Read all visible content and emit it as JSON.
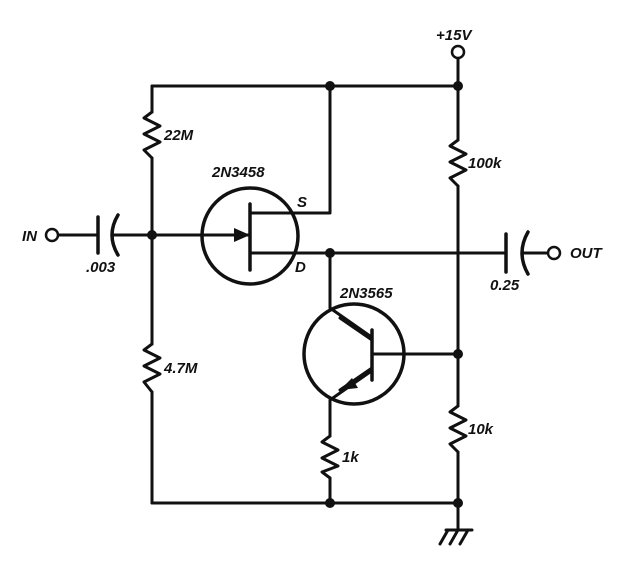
{
  "supply": {
    "label": "+15V"
  },
  "input": {
    "label": "IN"
  },
  "output": {
    "label": "OUT"
  },
  "capacitors": {
    "input": {
      "value": ".003"
    },
    "output": {
      "value": "0.25"
    }
  },
  "resistors": {
    "r_bias_top": {
      "value": "22M"
    },
    "r_bias_bottom": {
      "value": "4.7M"
    },
    "r_collector_top": {
      "value": "100k"
    },
    "r_collector_bottom": {
      "value": "10k"
    },
    "r_emitter": {
      "value": "1k"
    }
  },
  "transistors": {
    "fet": {
      "part": "2N3458",
      "source_pin": "S",
      "drain_pin": "D"
    },
    "bjt": {
      "part": "2N3565"
    }
  }
}
